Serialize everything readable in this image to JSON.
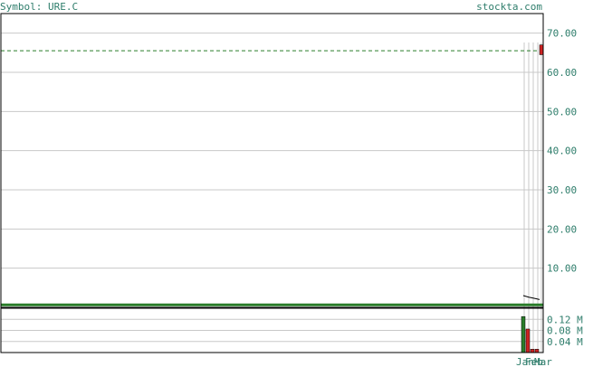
{
  "header": {
    "symbol_text": "Symbol: URE.C",
    "site_text": "stockta.com"
  },
  "colors": {
    "text": "#2e7d6b",
    "grid": "#c8c8c8",
    "frame": "#000000",
    "ma_line": "#2a7d2a",
    "resistance_line": "#2a7d2a",
    "up_bar": "#2a7d2a",
    "down_bar": "#cc2222"
  },
  "chart_data": [
    {
      "type": "line",
      "ylim": [
        0,
        75
      ],
      "yticks": [
        {
          "value": 10,
          "label": "10.00"
        },
        {
          "value": 20,
          "label": "20.00"
        },
        {
          "value": 30,
          "label": "30.00"
        },
        {
          "value": 40,
          "label": "40.00"
        },
        {
          "value": 50,
          "label": "50.00"
        },
        {
          "value": 60,
          "label": "60.00"
        },
        {
          "value": 70,
          "label": "70.00"
        }
      ],
      "grid": true,
      "reference_lines": [
        {
          "kind": "dashed",
          "value": 65.5
        },
        {
          "kind": "solid",
          "value": 0.4
        }
      ],
      "price_line": {
        "x": [
          0,
          1,
          2,
          3
        ],
        "y": [
          3.0,
          2.6,
          2.3,
          2.0
        ]
      },
      "candle": {
        "x": 3,
        "open": 64.5,
        "close": 67.0
      }
    },
    {
      "type": "bar",
      "ylim": [
        0,
        0.16
      ],
      "yticks": [
        {
          "value": 0.04,
          "label": "0.04 M"
        },
        {
          "value": 0.08,
          "label": "0.08 M"
        },
        {
          "value": 0.12,
          "label": "0.12 M"
        }
      ],
      "x_tick_labels": [
        "Jan",
        "Feb",
        "Mar"
      ],
      "bars": [
        {
          "x": 0,
          "value": 0.13,
          "dir": "up"
        },
        {
          "x": 1,
          "value": 0.085,
          "dir": "down"
        },
        {
          "x": 2,
          "value": 0.012,
          "dir": "down"
        },
        {
          "x": 3,
          "value": 0.012,
          "dir": "down"
        }
      ]
    }
  ]
}
